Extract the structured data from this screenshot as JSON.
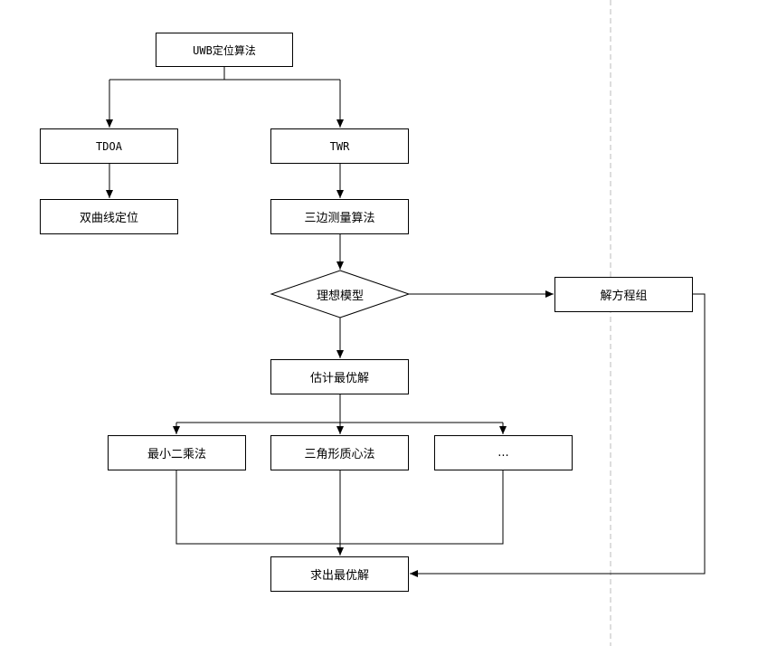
{
  "diagram": {
    "nodes": {
      "root": "UWB定位算法",
      "tdoa": "TDOA",
      "twr": "TWR",
      "hyperbolic": "双曲线定位",
      "trilateration": "三边测量算法",
      "ideal_model": "理想模型",
      "solve_equations": "解方程组",
      "estimate_optimal": "估计最优解",
      "least_squares": "最小二乘法",
      "triangle_centroid": "三角形质心法",
      "ellipsis": "...",
      "find_optimal": "求出最优解"
    },
    "colors": {
      "stroke": "#000000",
      "divider": "#bbbbbb",
      "background": "#ffffff"
    }
  }
}
